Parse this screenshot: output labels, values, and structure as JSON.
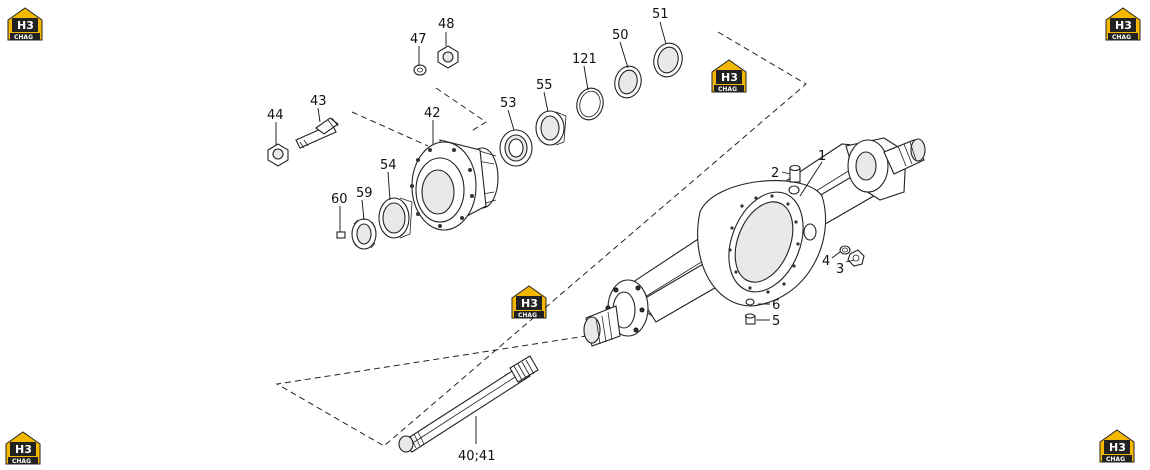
{
  "brand": {
    "logo_text": "H3",
    "logo_word": "CHAG",
    "color_orange": "#f5b800",
    "color_dark": "#222222"
  },
  "parts": {
    "p1": "1",
    "p2": "2",
    "p3": "3",
    "p4": "4",
    "p5": "5",
    "p6": "6",
    "p40_41": "40;41",
    "p42": "42",
    "p43": "43",
    "p44": "44",
    "p47": "47",
    "p48": "48",
    "p50": "50",
    "p51": "51",
    "p53": "53",
    "p54": "54",
    "p55": "55",
    "p59": "59",
    "p60": "60",
    "p121": "121"
  }
}
